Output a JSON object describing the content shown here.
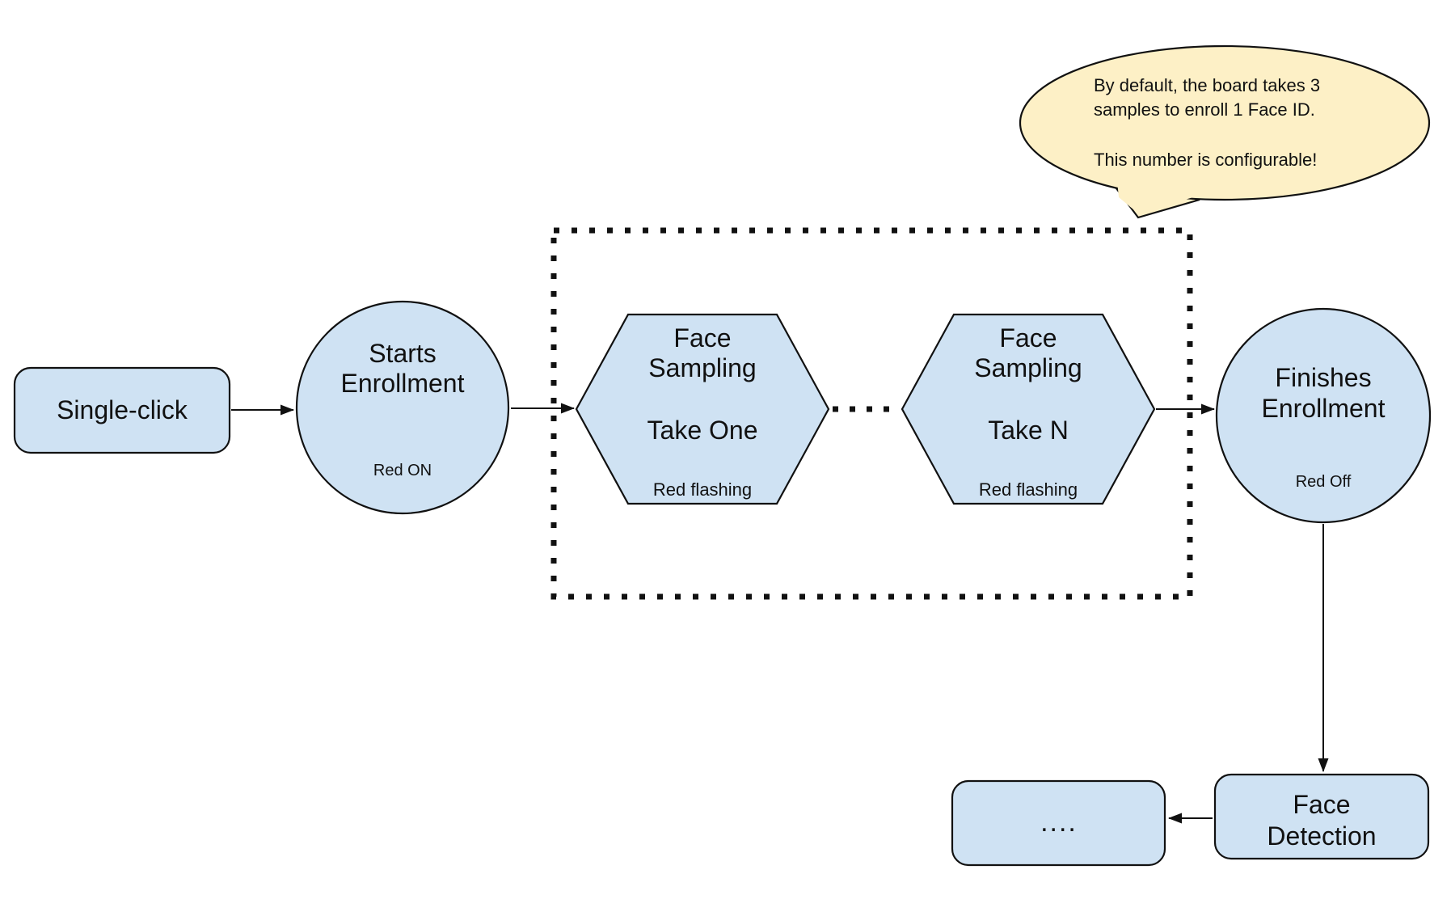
{
  "diagram": {
    "note_bubble": {
      "lines": [
        "By default, the board takes 3",
        "samples to enroll 1 Face ID.",
        "This number is configurable!"
      ]
    },
    "nodes": {
      "single_click": {
        "label": "Single-click"
      },
      "starts_enrollment": {
        "lines": [
          "Starts",
          "Enrollment"
        ],
        "status": "Red ON"
      },
      "face_sampling_take_one": {
        "lines": [
          "Face",
          "Sampling",
          "Take One"
        ],
        "status": "Red flashing"
      },
      "face_sampling_take_n": {
        "lines": [
          "Face",
          "Sampling",
          "Take N"
        ],
        "status": "Red flashing"
      },
      "finishes_enrollment": {
        "lines": [
          "Finishes",
          "Enrollment"
        ],
        "status": "Red Off"
      },
      "ellipsis": {
        "label": "...."
      },
      "face_detection": {
        "lines": [
          "Face",
          "Detection"
        ]
      }
    },
    "colors": {
      "node_fill": "#cfe2f3",
      "node_stroke": "#111111",
      "bubble_fill": "#fdf0c6",
      "connector": "#111111",
      "background": "#ffffff"
    }
  }
}
